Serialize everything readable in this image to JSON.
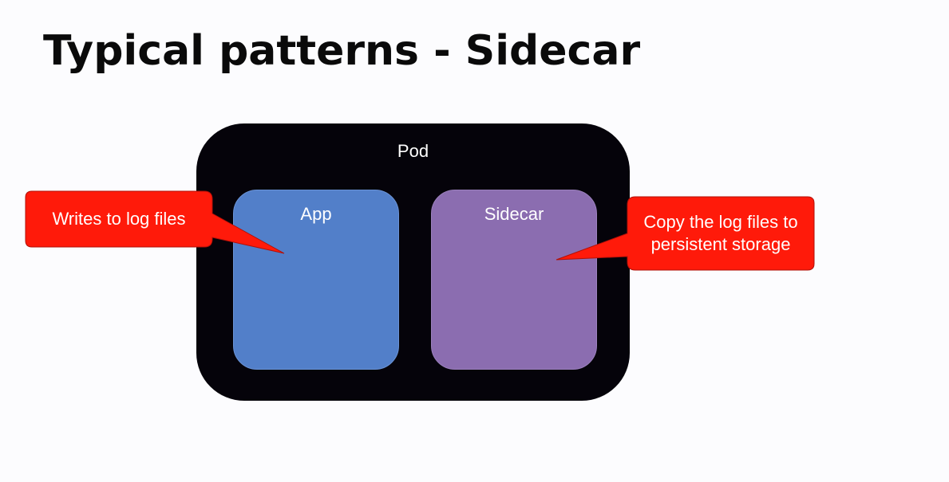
{
  "slide": {
    "title": "Typical patterns - Sidecar"
  },
  "diagram": {
    "pod_label": "Pod",
    "app_label": "App",
    "sidecar_label": "Sidecar",
    "left_callout": "Writes to log files",
    "right_callout": "Copy the log files to persistent storage"
  },
  "colors": {
    "pod": "#05030a",
    "app": "#527fc9",
    "sidecar": "#8b6db0",
    "callout": "#ff1a0a"
  }
}
